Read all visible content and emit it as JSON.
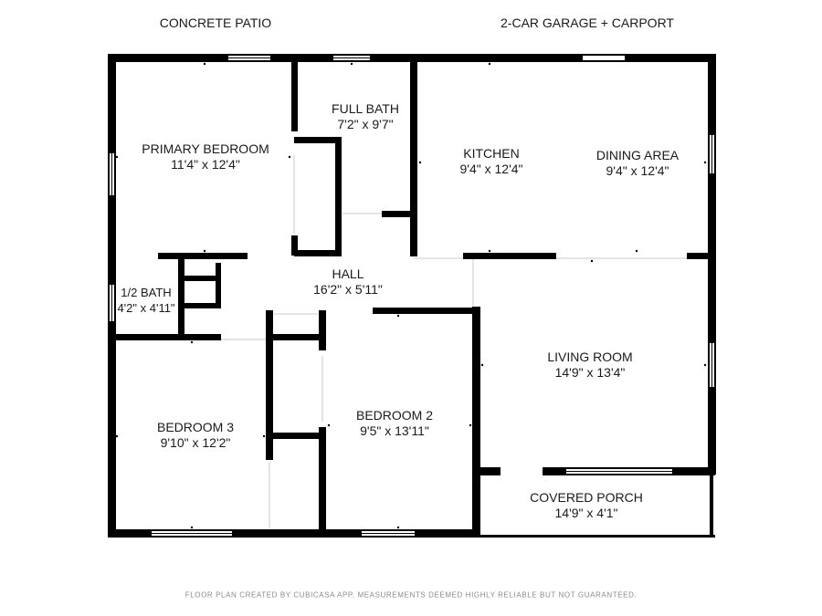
{
  "outside_labels": {
    "patio": "CONCRETE PATIO",
    "garage": "2-CAR GARAGE + CARPORT"
  },
  "rooms": [
    {
      "id": "primary-bedroom",
      "name": "PRIMARY BEDROOM",
      "dims": "11'4\" x 12'4\""
    },
    {
      "id": "full-bath",
      "name": "FULL BATH",
      "dims": "7'2\" x 9'7\""
    },
    {
      "id": "kitchen",
      "name": "KITCHEN",
      "dims": "9'4\" x 12'4\""
    },
    {
      "id": "dining-area",
      "name": "DINING AREA",
      "dims": "9'4\" x 12'4\""
    },
    {
      "id": "half-bath",
      "name": "1/2 BATH",
      "dims": "4'2\" x 4'11\""
    },
    {
      "id": "hall",
      "name": "HALL",
      "dims": "16'2\" x 5'11\""
    },
    {
      "id": "living-room",
      "name": "LIVING ROOM",
      "dims": "14'9\" x 13'4\""
    },
    {
      "id": "bedroom-3",
      "name": "BEDROOM 3",
      "dims": "9'10\" x 12'2\""
    },
    {
      "id": "bedroom-2",
      "name": "BEDROOM 2",
      "dims": "9'5\" x 13'11\""
    },
    {
      "id": "covered-porch",
      "name": "COVERED PORCH",
      "dims": "14'9\" x 4'1\""
    }
  ],
  "footer": "FLOOR PLAN CREATED BY CUBICASA APP. MEASUREMENTS DEEMED HIGHLY RELIABLE BUT NOT GUARANTEED.",
  "colors": {
    "wall": "#000000",
    "window": "#ffffff",
    "text": "#1a1a1a",
    "footer": "#8a8a8a"
  }
}
